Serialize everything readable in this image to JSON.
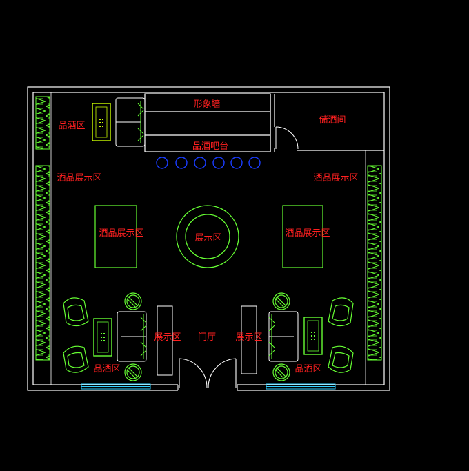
{
  "plan": {
    "colors": {
      "background": "#000000",
      "wall": "#ffffff",
      "furniture": "#66ff33",
      "furniture_alt": "#ccff00",
      "stool": "#1a3cff",
      "glass": "#2fd0ff",
      "label": "#ff2020"
    },
    "labels": {
      "image_wall": "形象墙",
      "bar_counter": "品酒吧台",
      "wine_storage": "储酒间",
      "tasting_area_tl": "品酒区",
      "display_left": "酒品展示区",
      "display_right": "酒品展示区",
      "display_left_center": "酒品展示区",
      "display_right_center": "酒品展示区",
      "center_display": "展示区",
      "lobby": "门厅",
      "display_bottom_left": "展示区",
      "display_bottom_right": "展示区",
      "tasting_area_bl": "品酒区",
      "tasting_area_br": "品酒区"
    }
  }
}
